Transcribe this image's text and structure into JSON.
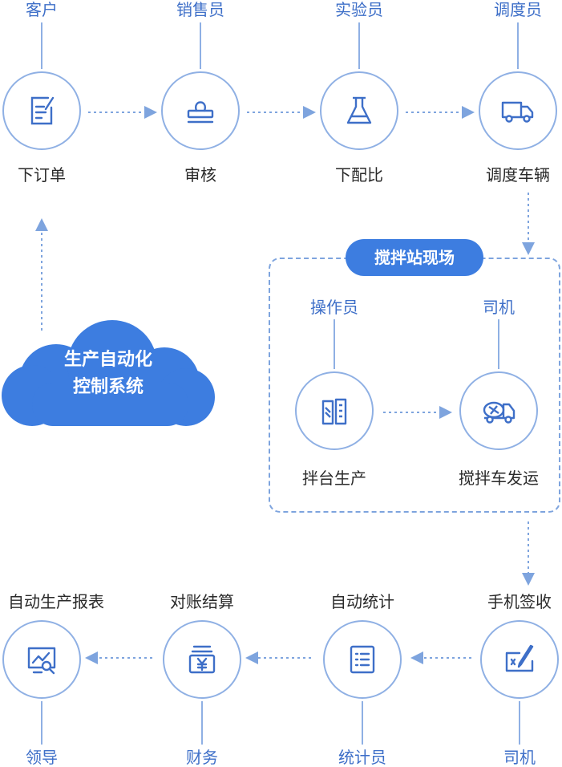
{
  "top_row": [
    {
      "role": "客户",
      "step": "下订单",
      "icon": "order-form-icon"
    },
    {
      "role": "销售员",
      "step": "审核",
      "icon": "approval-stamp-icon"
    },
    {
      "role": "实验员",
      "step": "下配比",
      "icon": "lab-flask-icon"
    },
    {
      "role": "调度员",
      "step": "调度车辆",
      "icon": "truck-icon"
    }
  ],
  "site": {
    "title": "搅拌站现场",
    "nodes": [
      {
        "role": "操作员",
        "step": "拌台生产",
        "icon": "production-plant-icon"
      },
      {
        "role": "司机",
        "step": "搅拌车发运",
        "icon": "mixer-truck-icon"
      }
    ]
  },
  "cloud": {
    "line1": "生产自动化",
    "line2": "控制系统"
  },
  "bottom_row": [
    {
      "role": "领导",
      "step": "自动生产报表",
      "icon": "report-chart-icon"
    },
    {
      "role": "财务",
      "step": "对账结算",
      "icon": "yuan-settlement-icon"
    },
    {
      "role": "统计员",
      "step": "自动统计",
      "icon": "statistics-list-icon"
    },
    {
      "role": "司机",
      "step": "手机签收",
      "icon": "sign-receipt-icon"
    }
  ],
  "colors": {
    "accent": "#3d7de0",
    "line": "#8fb0e4",
    "role_text": "#3e6fc8"
  }
}
